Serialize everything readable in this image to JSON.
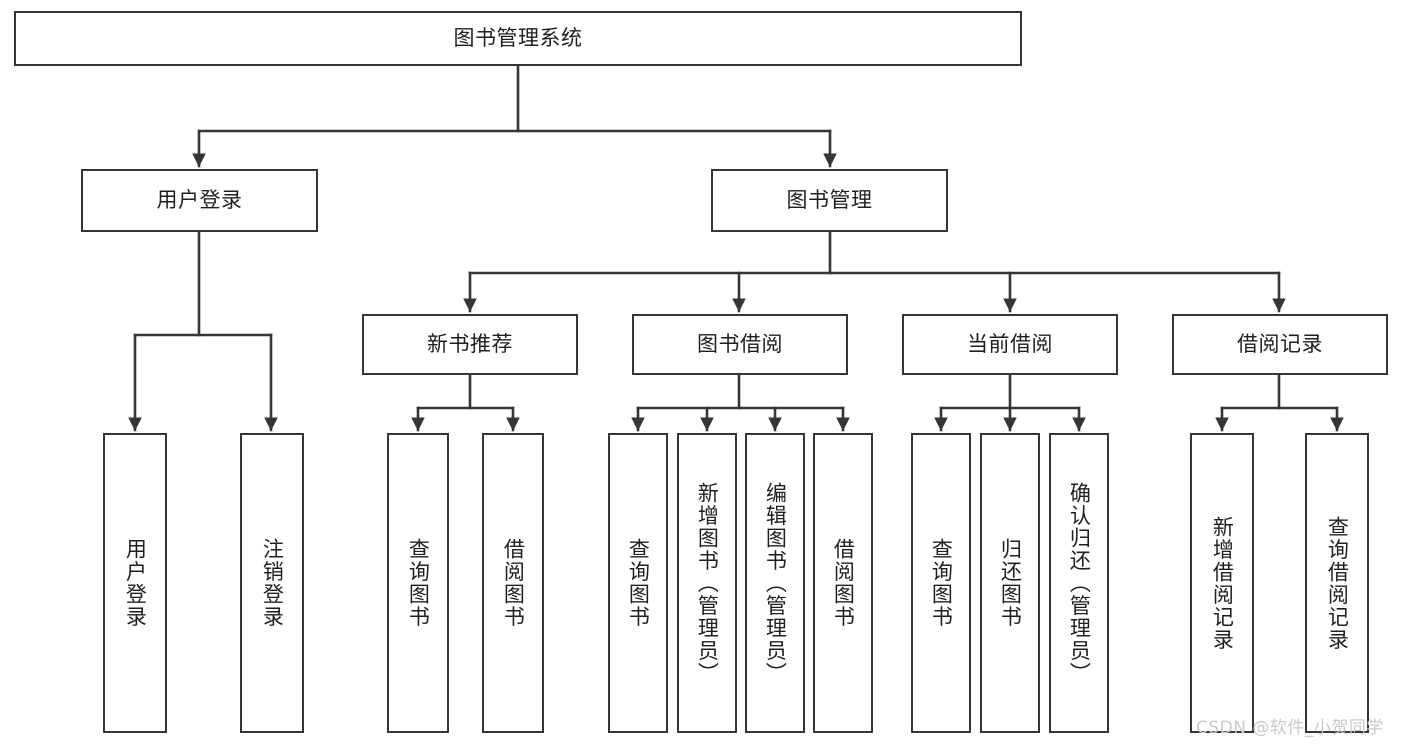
{
  "diagram": {
    "title": "图书管理系统",
    "type": "tree",
    "orientation": "top-down",
    "stroke_color": "#33373b",
    "text_color": "#1d2023",
    "background": "#ffffff"
  },
  "watermark": {
    "text": "CSDN @软件_小贺同学",
    "color": "#c9c9c9"
  },
  "nodes": {
    "root": {
      "label": "图书管理系统",
      "level": 0
    },
    "l1": [
      {
        "id": "user-login",
        "label": "用户登录",
        "level": 1
      },
      {
        "id": "book-manage",
        "label": "图书管理",
        "level": 1
      }
    ],
    "l2": [
      {
        "id": "new-book-recommend",
        "label": "新书推荐",
        "level": 2,
        "parent": "book-manage"
      },
      {
        "id": "book-borrow",
        "label": "图书借阅",
        "level": 2,
        "parent": "book-manage"
      },
      {
        "id": "current-borrow",
        "label": "当前借阅",
        "level": 2,
        "parent": "book-manage"
      },
      {
        "id": "borrow-record",
        "label": "借阅记录",
        "level": 2,
        "parent": "book-manage"
      }
    ],
    "leaves": [
      {
        "id": "leaf-user-login",
        "label": "用户登录",
        "parent": "user-login"
      },
      {
        "id": "leaf-logout-login",
        "label": "注销登录",
        "parent": "user-login"
      },
      {
        "id": "leaf-query-book-1",
        "label": "查询图书",
        "parent": "new-book-recommend"
      },
      {
        "id": "leaf-borrow-book-1",
        "label": "借阅图书",
        "parent": "new-book-recommend"
      },
      {
        "id": "leaf-query-book-2",
        "label": "查询图书",
        "parent": "book-borrow"
      },
      {
        "id": "leaf-add-book",
        "label": "新增图书（管理员）",
        "parent": "book-borrow"
      },
      {
        "id": "leaf-edit-book",
        "label": "编辑图书（管理员）",
        "parent": "book-borrow"
      },
      {
        "id": "leaf-borrow-book-2",
        "label": "借阅图书",
        "parent": "book-borrow"
      },
      {
        "id": "leaf-query-book-3",
        "label": "查询图书",
        "parent": "current-borrow"
      },
      {
        "id": "leaf-return-book",
        "label": "归还图书",
        "parent": "current-borrow"
      },
      {
        "id": "leaf-confirm-return",
        "label": "确认归还（管理员）",
        "parent": "current-borrow"
      },
      {
        "id": "leaf-add-record",
        "label": "新增借阅记录",
        "parent": "borrow-record"
      },
      {
        "id": "leaf-query-record",
        "label": "查询借阅记录",
        "parent": "borrow-record"
      }
    ]
  }
}
